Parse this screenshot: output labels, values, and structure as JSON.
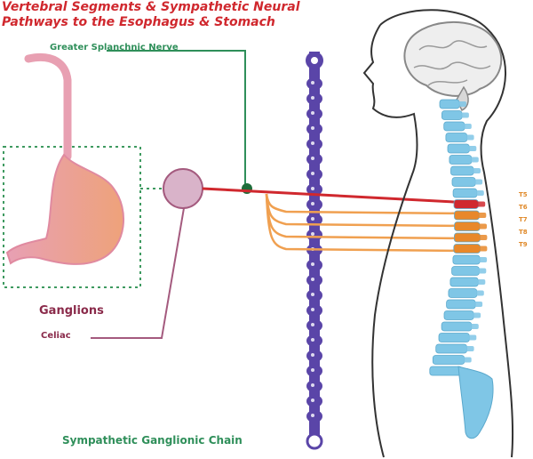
{
  "title": {
    "line1": "Vertebral Segments & Sympathetic Neural",
    "line2": "Pathways to the Esophagus & Stomach"
  },
  "labels": {
    "greater_splanchnic_nerve": "Greater Splanchnic Nerve",
    "ganglions": "Ganglions",
    "celiac": "Celiac",
    "sympathetic_ganglionic_chain": "Sympathetic Ganglionic Chain"
  },
  "vertebra_labels": [
    "T5",
    "T6",
    "T7",
    "T8",
    "T9"
  ],
  "colors": {
    "title_red": "#d0282e",
    "label_green": "#2f8f5a",
    "label_maroon": "#8a2a4a",
    "chain_purple": "#5a45a8",
    "spine_blue": "#7fc6e6",
    "spine_highlight": "#e8882a",
    "spine_red": "#d0282e",
    "stomach_pink": "#e89aa8",
    "nerve_orange": "#f0a050",
    "nerve_red": "#c8283e"
  }
}
